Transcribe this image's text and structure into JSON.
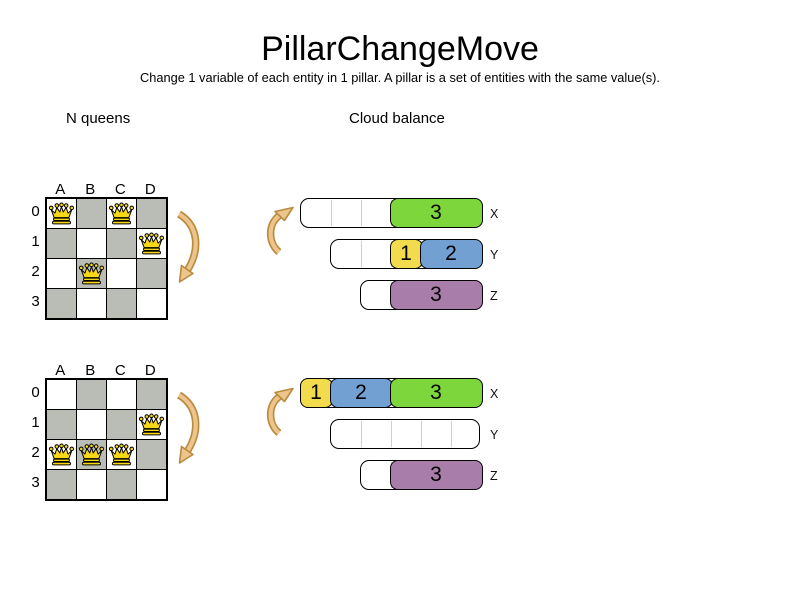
{
  "page": {
    "title": "PillarChangeMove",
    "subtitle": "Change 1 variable of each entity in 1 pillar. A pillar is a set of entities with the same value(s)."
  },
  "nqueens": {
    "label": "N queens",
    "columns": [
      "A",
      "B",
      "C",
      "D"
    ],
    "rows": [
      "0",
      "1",
      "2",
      "3"
    ],
    "boards": [
      {
        "id": "before",
        "queens": [
          [
            0,
            0
          ],
          [
            0,
            2
          ],
          [
            1,
            3
          ],
          [
            2,
            1
          ]
        ]
      },
      {
        "id": "after",
        "queens": [
          [
            1,
            3
          ],
          [
            2,
            0
          ],
          [
            2,
            1
          ],
          [
            2,
            2
          ]
        ]
      }
    ]
  },
  "cloud": {
    "label": "Cloud balance",
    "panels": [
      {
        "id": "before",
        "computers": [
          {
            "label": "X",
            "capacity": 6,
            "indent": 0,
            "blocks": [
              {
                "label": "3",
                "start": 3,
                "units": 3,
                "color": "#7cd63c"
              }
            ]
          },
          {
            "label": "Y",
            "capacity": 5,
            "indent": 1,
            "blocks": [
              {
                "label": "1",
                "start": 2,
                "units": 1,
                "color": "#f2dc4e"
              },
              {
                "label": "2",
                "start": 3,
                "units": 2,
                "color": "#73a0d2"
              }
            ]
          },
          {
            "label": "Z",
            "capacity": 4,
            "indent": 2,
            "blocks": [
              {
                "label": "3",
                "start": 1,
                "units": 3,
                "color": "#a97daa"
              }
            ]
          }
        ]
      },
      {
        "id": "after",
        "computers": [
          {
            "label": "X",
            "capacity": 6,
            "indent": 0,
            "blocks": [
              {
                "label": "1",
                "start": 0,
                "units": 1,
                "color": "#f2dc4e"
              },
              {
                "label": "2",
                "start": 1,
                "units": 2,
                "color": "#73a0d2"
              },
              {
                "label": "3",
                "start": 3,
                "units": 3,
                "color": "#7cd63c"
              }
            ]
          },
          {
            "label": "Y",
            "capacity": 5,
            "indent": 1,
            "blocks": []
          },
          {
            "label": "Z",
            "capacity": 4,
            "indent": 2,
            "blocks": [
              {
                "label": "3",
                "start": 1,
                "units": 3,
                "color": "#a97daa"
              }
            ]
          }
        ]
      }
    ]
  },
  "colors": {
    "board_dark_cell": "#babdb6",
    "queen_fill": "#f6d818",
    "arrow_fill": "#ecc48c",
    "arrow_outline": "#b98b3e",
    "process_1": "#f2dc4e",
    "process_2": "#73a0d2",
    "process_3_green": "#7cd63c",
    "process_3_purple": "#a97daa"
  }
}
